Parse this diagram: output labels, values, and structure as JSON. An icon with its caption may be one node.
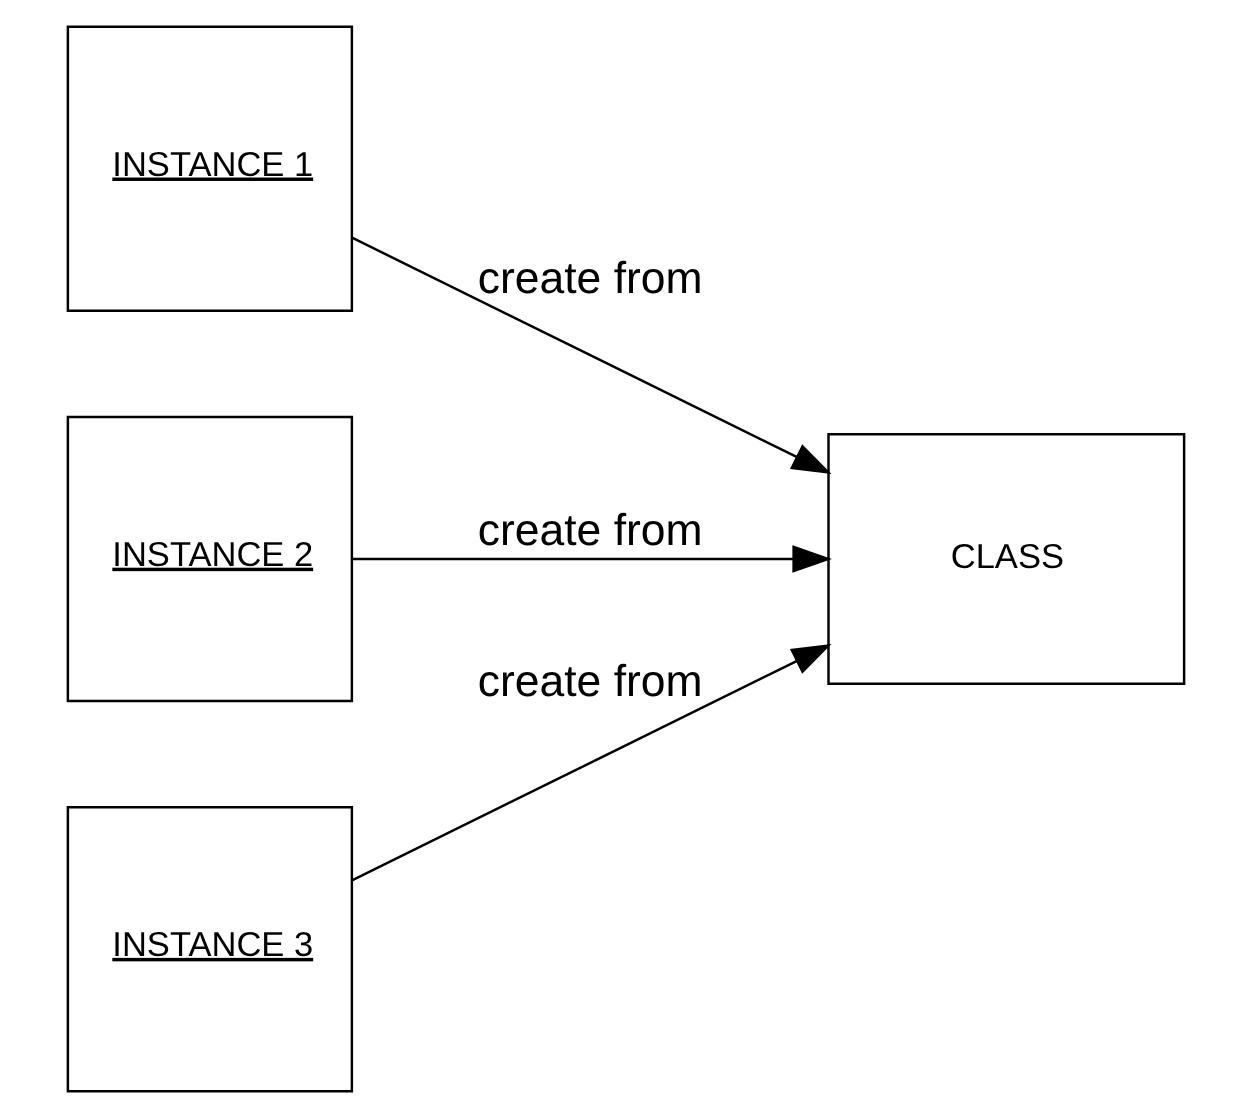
{
  "diagram": {
    "nodes": [
      {
        "text": [
          "INSTANCE 1"
        ]
      },
      {
        "text": [
          "INSTANCE 2"
        ]
      },
      {
        "text": [
          "CLASS"
        ]
      },
      {
        "text": [
          "INSTANCE 3"
        ]
      }
    ],
    "edges": [
      {
        "from": 0,
        "to": 2,
        "arrow": "to",
        "label": "create from"
      },
      {
        "from": 1,
        "to": 2,
        "arrow": "to",
        "label": "create from"
      },
      {
        "from": 3,
        "to": 2,
        "arrow": "to",
        "label": "create from"
      }
    ]
  }
}
